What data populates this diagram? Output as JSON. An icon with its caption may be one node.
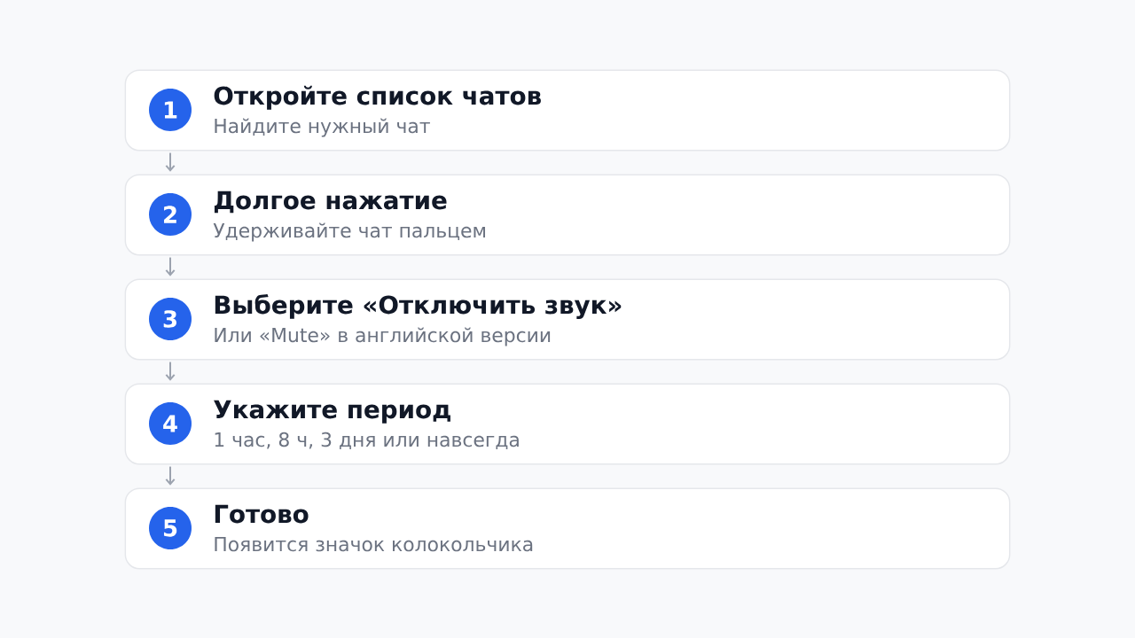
{
  "diagram": {
    "nodes": [
      {
        "text": [
          "Откройте список чатов",
          "Найдите нужный чат"
        ]
      },
      {
        "text": [
          "1"
        ],
        "in": 0
      },
      {
        "text": [
          "Долгое нажатие",
          "Удерживайте чат пальцем"
        ]
      },
      {
        "text": [
          "2"
        ],
        "in": 2
      },
      {
        "text": [
          "Выберите «Отключить звук»",
          "Или «Mute» в английской версии"
        ]
      },
      {
        "text": [
          "3"
        ],
        "in": 4
      },
      {
        "text": [
          "Укажите период",
          "1 час, 8 ч, 3 дня или навсегда"
        ]
      },
      {
        "text": [
          "4"
        ],
        "in": 6
      },
      {
        "text": [
          "Готово",
          "Появится значок колокольчика"
        ]
      },
      {
        "text": [
          "5"
        ],
        "in": 8
      }
    ],
    "edges": [
      {
        "from": 0,
        "to": 2,
        "arrow": "to"
      },
      {
        "from": 2,
        "to": 4,
        "arrow": "to"
      },
      {
        "from": 4,
        "to": 6,
        "arrow": "to"
      },
      {
        "from": 6,
        "to": 8,
        "arrow": "to"
      }
    ]
  }
}
